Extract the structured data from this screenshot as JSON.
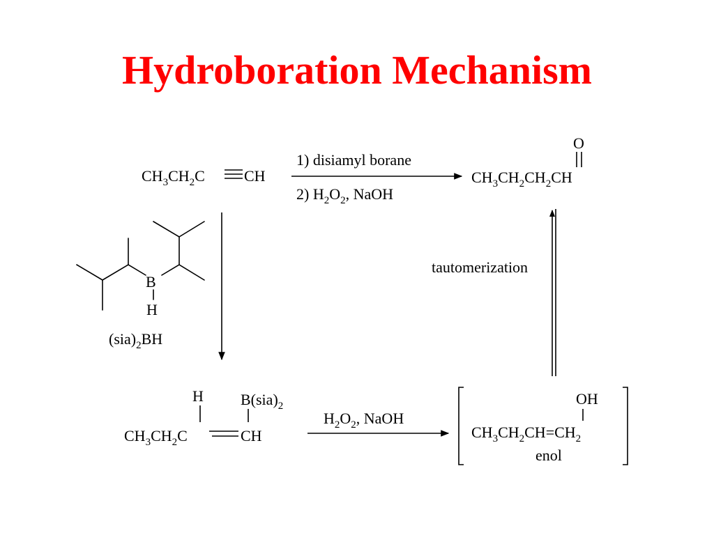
{
  "title": "Hydroboration Mechanism",
  "colors": {
    "title": "#ff0000",
    "ink": "#000000",
    "background": "#ffffff"
  },
  "formula_parts": {
    "ch3": "CH",
    "ch2": "CH",
    "ch": "CH",
    "c": "C",
    "sub2": "2",
    "sub3": "3",
    "h": "H",
    "h2": "H",
    "o2": "O",
    "o": "O",
    "b": "B"
  },
  "reagents_top": {
    "step1": "1) disiamyl borane",
    "step2_prefix": "2) H",
    "step2_o": "O",
    "step2_suffix": ", NaOH"
  },
  "reagent_bottom": {
    "h": "H",
    "o": "O",
    "suffix": ", NaOH"
  },
  "borane_label": {
    "prefix": "(sia)",
    "sub": "2",
    "suffix": "BH"
  },
  "vinylborane": {
    "h_top": "H",
    "boron_group": "B(sia)",
    "boron_sub": "2"
  },
  "enol": {
    "oh": "OH",
    "double_bond": "=",
    "label": "enol"
  },
  "ketone_o": "O",
  "tautomerization": "tautomerization"
}
